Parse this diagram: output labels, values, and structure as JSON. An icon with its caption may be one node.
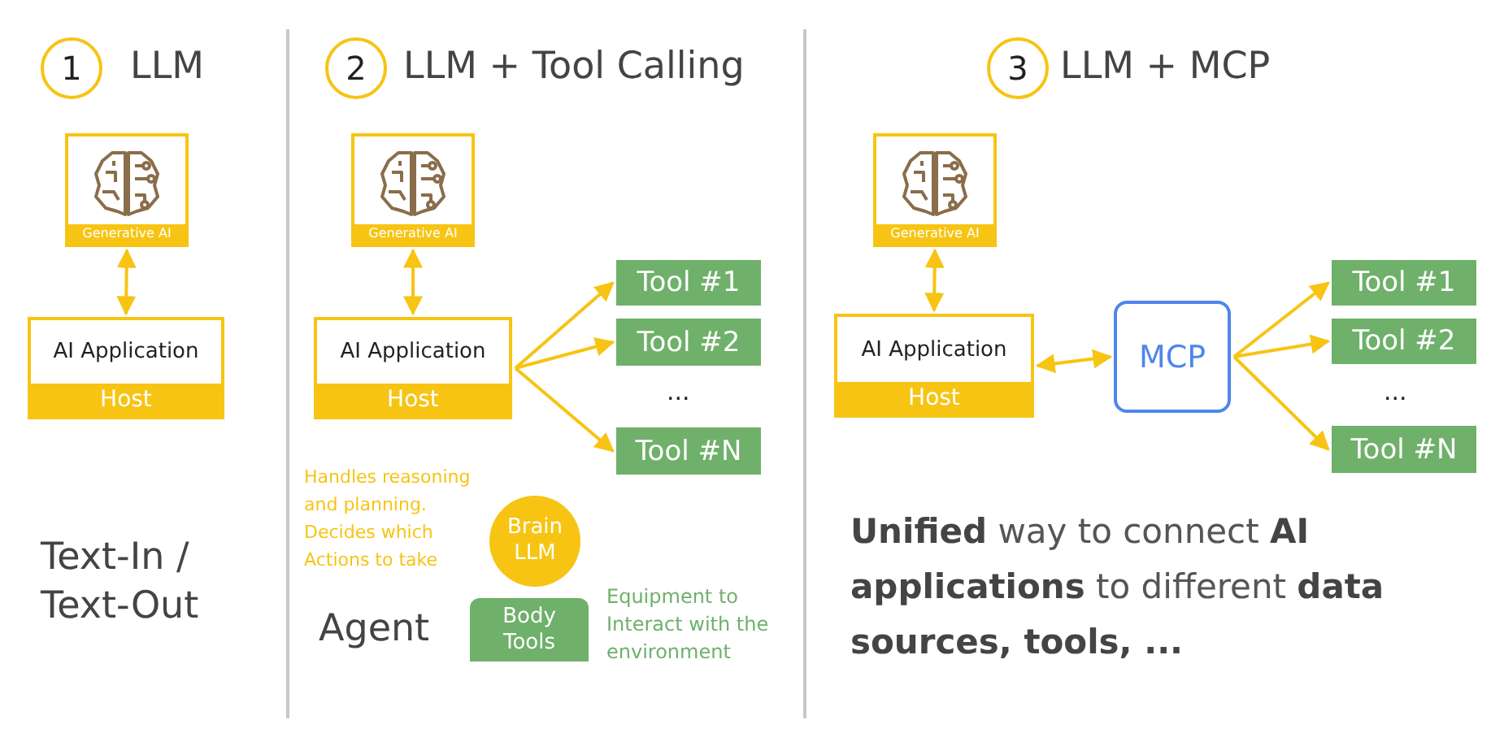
{
  "diagram": {
    "nodes": [
      {
        "text": [
          "1"
        ],
        "beside": [
          "LLM"
        ]
      },
      {
        "text": [
          "Generative AI"
        ]
      },
      {
        "text": [
          "AI Application",
          "Host"
        ]
      },
      {
        "text": [
          "2"
        ],
        "beside": [
          "LLM + Tool Calling"
        ]
      },
      {
        "text": [
          "Generative AI"
        ]
      },
      {
        "text": [
          "AI Application",
          "Host"
        ]
      },
      {
        "text": [
          "Tool #1"
        ]
      },
      {
        "text": [
          "Tool #2"
        ]
      },
      {
        "text": [
          "Tool #N"
        ]
      },
      {
        "text": [
          "Brain LLM"
        ]
      },
      {
        "text": [
          "Body Tools"
        ]
      },
      {
        "text": [
          "3"
        ],
        "beside": [
          "LLM + MCP"
        ]
      },
      {
        "text": [
          "Generative AI"
        ]
      },
      {
        "text": [
          "AI Application",
          "Host"
        ]
      },
      {
        "text": [
          "MCP"
        ]
      },
      {
        "text": [
          "Tool #1"
        ]
      },
      {
        "text": [
          "Tool #2"
        ]
      },
      {
        "text": [
          "Tool #N"
        ]
      }
    ],
    "edges": [
      {
        "from": 1,
        "to": 2,
        "arrow": "both"
      },
      {
        "from": 4,
        "to": 5,
        "arrow": "both"
      },
      {
        "from": 5,
        "to": 6,
        "arrow": "to"
      },
      {
        "from": 5,
        "to": 7,
        "arrow": "to"
      },
      {
        "from": 5,
        "to": 8,
        "arrow": "to"
      },
      {
        "from": 12,
        "to": 13,
        "arrow": "both"
      },
      {
        "from": 13,
        "to": 14,
        "arrow": "both"
      },
      {
        "from": 14,
        "to": 15,
        "arrow": "to"
      },
      {
        "from": 14,
        "to": 16,
        "arrow": "to"
      },
      {
        "from": 14,
        "to": 17,
        "arrow": "to"
      }
    ],
    "labels": [
      "Text-In / Text-Out",
      "...",
      "Handles reasoning and planning. Decides which Actions to take",
      "Agent",
      "Equipment to Interact with the environment",
      "...",
      "**Unified** way to connect **AI applications** to different **data sources, tools, ...**"
    ]
  }
}
